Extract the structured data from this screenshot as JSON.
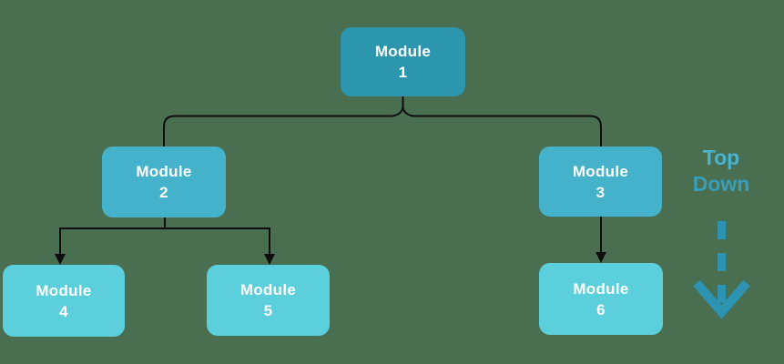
{
  "colors": {
    "background": "#4a6e50",
    "level1": "#2b96ae",
    "level2": "#45b2cc",
    "level3": "#5bcfdc",
    "node_text": "#ffffff",
    "connector": "#0d0d0d",
    "legend_top": "#4ab3ce",
    "legend_down": "#359fc0",
    "flow_arrow": "#2d93b2"
  },
  "legend": {
    "line1": "Top",
    "line2": "Down"
  },
  "nodes": [
    {
      "id": "module-1",
      "title": "Module",
      "number": "1",
      "level": 1
    },
    {
      "id": "module-2",
      "title": "Module",
      "number": "2",
      "level": 2
    },
    {
      "id": "module-3",
      "title": "Module",
      "number": "3",
      "level": 2
    },
    {
      "id": "module-4",
      "title": "Module",
      "number": "4",
      "level": 3
    },
    {
      "id": "module-5",
      "title": "Module",
      "number": "5",
      "level": 3
    },
    {
      "id": "module-6",
      "title": "Module",
      "number": "6",
      "level": 3
    }
  ],
  "diagram": {
    "type": "tree",
    "direction": "top-down",
    "edges": [
      {
        "from": "module-1",
        "to": "module-2",
        "arrowhead": false
      },
      {
        "from": "module-1",
        "to": "module-3",
        "arrowhead": false
      },
      {
        "from": "module-2",
        "to": "module-4",
        "arrowhead": true
      },
      {
        "from": "module-2",
        "to": "module-5",
        "arrowhead": true
      },
      {
        "from": "module-3",
        "to": "module-6",
        "arrowhead": true
      }
    ]
  }
}
